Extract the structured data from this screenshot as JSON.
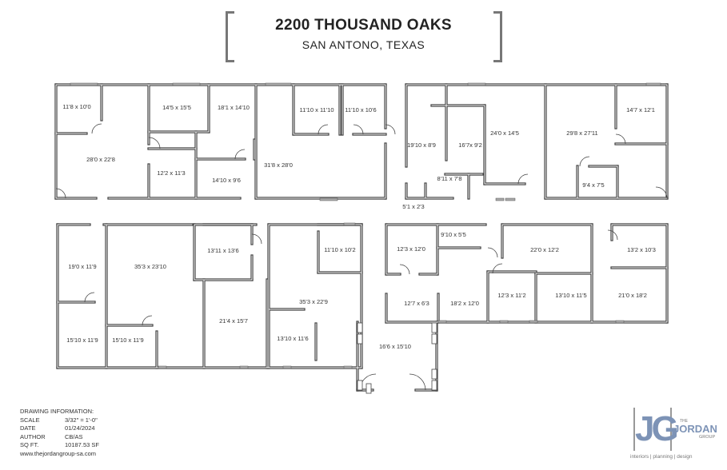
{
  "header": {
    "title": "2200 THOUSAND OAKS",
    "subtitle": "SAN ANTONO, TEXAS"
  },
  "rooms": [
    "11'8 x 10'0",
    "28'0 x 22'8",
    "14'5 x 15'5",
    "12'2 x 11'3",
    "18'1 x 14'10",
    "14'10 x 9'6",
    "31'8 x 28'0",
    "11'10 x 11'10",
    "11'10 x 10'6",
    "19'10 x 8'9",
    "16'7x 9'2",
    "8'11 x 7'8",
    "5'1 x 2'3",
    "24'0 x 14'5",
    "29'8 x 27'11",
    "14'7 x 12'1",
    "9'4 x 7'5",
    "19'0 x 11'9",
    "15'10 x 11'9",
    "35'3 x 23'10",
    "15'10 x 11'9",
    "13'11 x 13'6",
    "21'4 x 15'7",
    "11'10 x 10'2",
    "35'3 x 22'9",
    "13'10 x 11'6",
    "16'6 x 15'10",
    "12'3 x 12'0",
    "9'10 x 5'5",
    "12'7 x 6'3",
    "18'2 x 12'0",
    "22'0 x 12'2",
    "12'3 x 11'2",
    "13'10 x 11'5",
    "13'2 x 10'3",
    "21'0 x 18'2"
  ],
  "drawing_info": {
    "heading": "DRAWING INFORMATION:",
    "scale_label": "SCALE",
    "scale": "3/32\" = 1'-0\"",
    "date_label": "DATE",
    "date": "01/24/2024",
    "author_label": "AUTHOR",
    "author": "CB/AS",
    "sqft_label": "SQ FT.",
    "sqft": "10187.53 SF",
    "website": "www.thejordangroup-sa.com"
  },
  "logo": {
    "monogram": "JG",
    "the": "THE",
    "name": "JORDAN",
    "group": "GROUP",
    "tagline": "interiors | planning | design",
    "brand_color": "#7d93b6"
  }
}
